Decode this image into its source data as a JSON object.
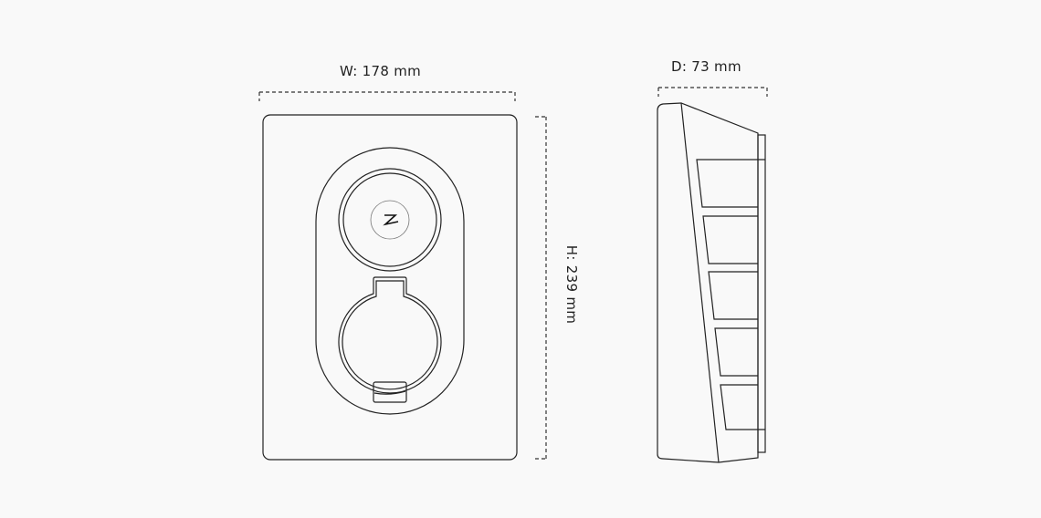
{
  "dimensions": {
    "width_label": "W: 178 mm",
    "height_label": "H: 239 mm",
    "depth_label": "D: 73 mm"
  },
  "logo_text": "Z"
}
